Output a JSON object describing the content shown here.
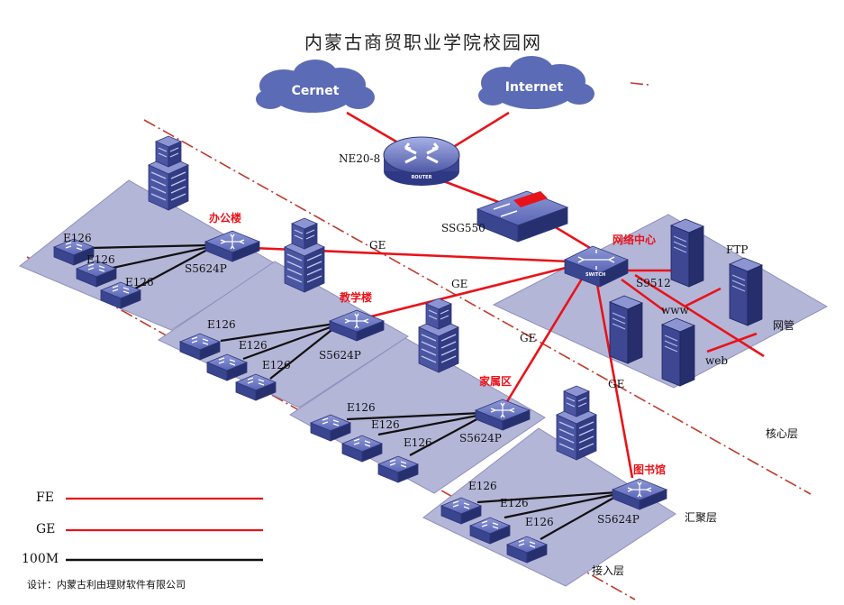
{
  "title": "内蒙古商贸职业学院校园网",
  "clouds": {
    "cernet": "Cernet",
    "internet": "Internet"
  },
  "core": {
    "router_name": "NE20-8",
    "router_badge": "ROUTER",
    "firewall_name": "SSG550",
    "switch_name": "S9512",
    "switch_badge": "SWITCH",
    "area_label": "网络中心"
  },
  "servers": {
    "ftp": "FTP",
    "www": "www",
    "web": "web",
    "mgmt": "网管"
  },
  "buildings": [
    {
      "name": "办公楼",
      "switch": "S5624P"
    },
    {
      "name": "教学楼",
      "switch": "S5624P"
    },
    {
      "name": "家属区",
      "switch": "S5624P"
    },
    {
      "name": "图书馆",
      "switch": "S5624P"
    }
  ],
  "access_switch": "E126",
  "link_labels": [
    "GE",
    "GE",
    "GE",
    "GE"
  ],
  "layers": {
    "core": "核心层",
    "aggregation": "汇聚层",
    "access": "接入层"
  },
  "legend": [
    {
      "label": "FE",
      "color": "#e8131a"
    },
    {
      "label": "GE",
      "color": "#e8131a"
    },
    {
      "label": "100M",
      "color": "#111111"
    }
  ],
  "credit": "设计：内蒙古利由理财软件有限公司",
  "colors": {
    "platform": "#b4b6d8",
    "platform_edge": "#8e90bd",
    "device_blue": "#4e5aa3",
    "device_dark": "#2d3578",
    "cloud": "#5c6bb5",
    "link_red": "#e8131a",
    "link_black": "#111111",
    "divider": "#c0392b"
  }
}
